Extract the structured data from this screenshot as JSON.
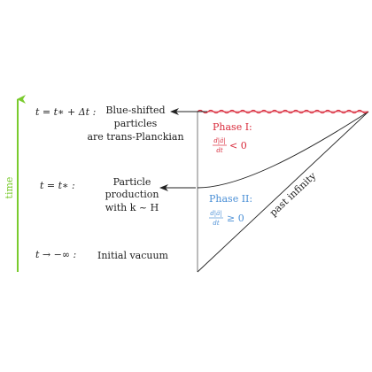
{
  "colors": {
    "time_arrow": "#7acb2e",
    "phase_one": "#d8293a",
    "phase_two": "#4a8fd6",
    "wavy_boundary": "#d8293a",
    "lines": "#222222",
    "vertical_edge": "#999999"
  },
  "time_axis": {
    "label": "time"
  },
  "rows": {
    "late": {
      "time": "t = t∗ + Δt :",
      "desc_line1": "Blue-shifted",
      "desc_line2": "particles",
      "desc_line3": "are trans-Planckian"
    },
    "mid": {
      "time": "t = t∗ :",
      "desc_line1": "Particle",
      "desc_line2": "production",
      "desc_line3": "with k ~ H"
    },
    "early": {
      "time": "t → −∞ :",
      "desc_line1": "Initial vacuum"
    }
  },
  "phases": {
    "one": {
      "title": "Phase I:",
      "numerator": "d|ä|",
      "denominator": "dt",
      "relation": "< 0"
    },
    "two": {
      "title": "Phase II:",
      "numerator": "d|ä|",
      "denominator": "dt",
      "relation": "≥ 0"
    }
  },
  "diagonal_label": "past infinity"
}
